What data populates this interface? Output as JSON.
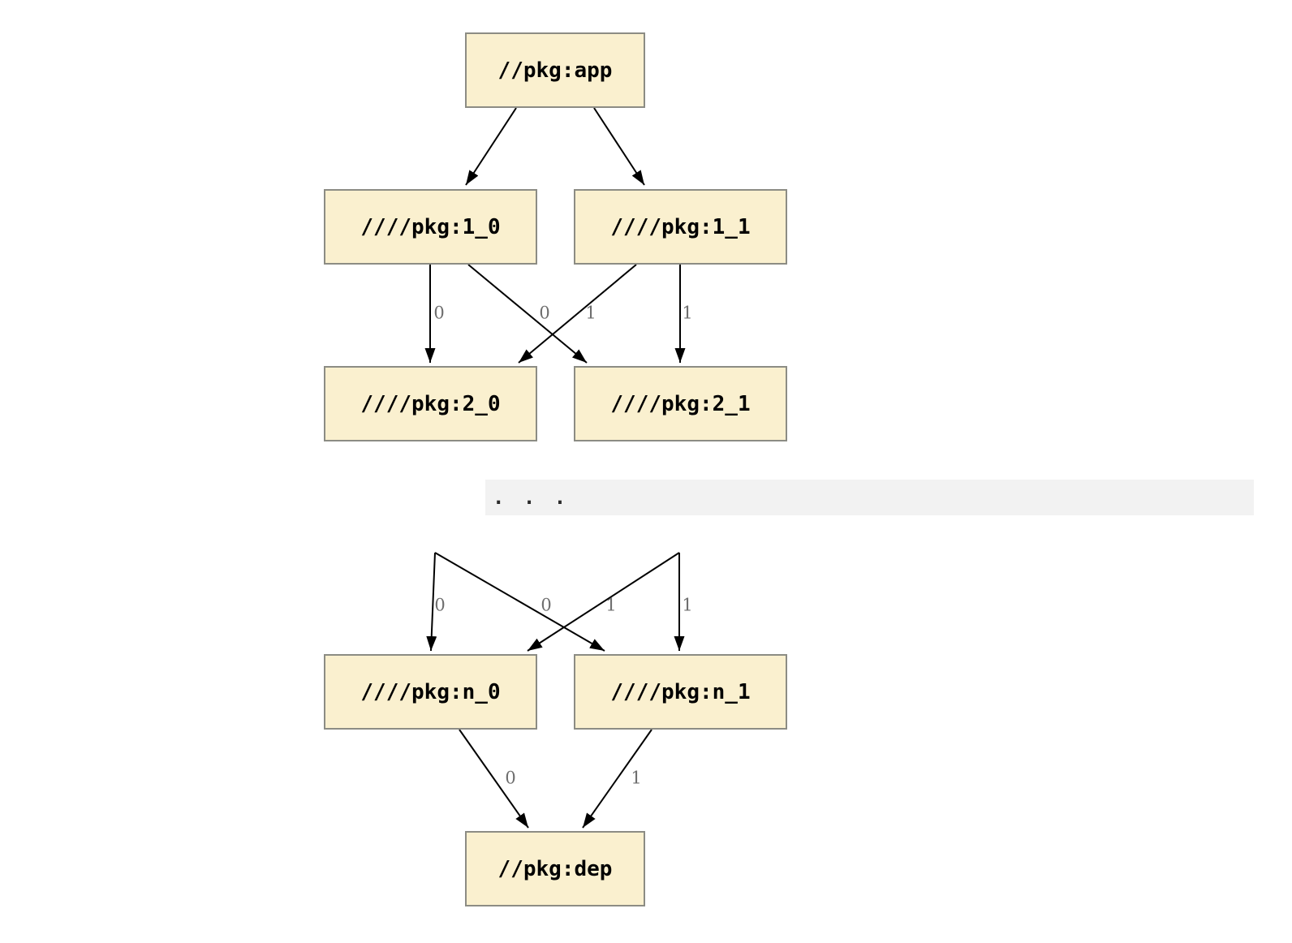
{
  "diagram": {
    "kind": "dependency-graph",
    "nodes": {
      "app": {
        "label": "//pkg:app"
      },
      "1_0": {
        "label": "////pkg:1_0"
      },
      "1_1": {
        "label": "////pkg:1_1"
      },
      "2_0": {
        "label": "////pkg:2_0"
      },
      "2_1": {
        "label": "////pkg:2_1"
      },
      "n_0": {
        "label": "////pkg:n_0"
      },
      "n_1": {
        "label": "////pkg:n_1"
      },
      "dep": {
        "label": "//pkg:dep"
      }
    },
    "ellipsis": ". . .",
    "edges": [
      {
        "from": "app",
        "to": "1_0",
        "label": ""
      },
      {
        "from": "app",
        "to": "1_1",
        "label": ""
      },
      {
        "from": "1_0",
        "to": "2_0",
        "label": "0"
      },
      {
        "from": "1_0",
        "to": "2_1",
        "label": "0"
      },
      {
        "from": "1_1",
        "to": "2_0",
        "label": "1"
      },
      {
        "from": "1_1",
        "to": "2_1",
        "label": "1"
      },
      {
        "from": "...",
        "to": "n_0",
        "label": "0"
      },
      {
        "from": "...",
        "to": "n_1",
        "label": "0"
      },
      {
        "from": "...",
        "to": "n_0",
        "label": "1"
      },
      {
        "from": "...",
        "to": "n_1",
        "label": "1"
      },
      {
        "from": "n_0",
        "to": "dep",
        "label": "0"
      },
      {
        "from": "n_1",
        "to": "dep",
        "label": "1"
      }
    ],
    "colors": {
      "node_fill": "#FAF0CF",
      "node_border": "#8C8C84",
      "edge": "#000000",
      "edge_label": "#6E6E6E",
      "ellipsis_band": "#F2F2F2",
      "background": "#FFFFFF"
    }
  }
}
